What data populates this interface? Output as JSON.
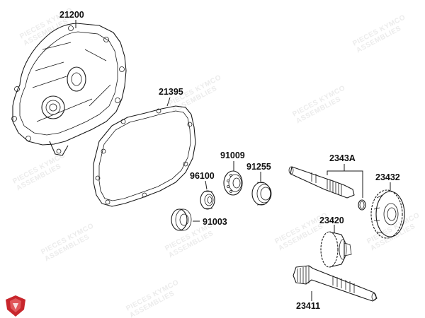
{
  "watermark": {
    "line1": "PIECES KYMCO",
    "line2": "ASSEMBLIES"
  },
  "colors": {
    "line": "#1a1a1a",
    "logo": "#c8262c",
    "watermark": "#ececec"
  },
  "parts": [
    {
      "id": "p21200",
      "label": "21200",
      "name": "transmission-cover"
    },
    {
      "id": "p21395",
      "label": "21395",
      "name": "cover-gasket"
    },
    {
      "id": "p91009",
      "label": "91009",
      "name": "bearing"
    },
    {
      "id": "p96100",
      "label": "96100",
      "name": "bearing"
    },
    {
      "id": "p91255",
      "label": "91255",
      "name": "oil-seal"
    },
    {
      "id": "p91003",
      "label": "91003",
      "name": "bearing"
    },
    {
      "id": "p2343A",
      "label": "2343A",
      "name": "drive-shaft-set"
    },
    {
      "id": "p23432",
      "label": "23432",
      "name": "final-gear"
    },
    {
      "id": "p23420",
      "label": "23420",
      "name": "countershaft-gear"
    },
    {
      "id": "p23411",
      "label": "23411",
      "name": "final-shaft"
    }
  ]
}
